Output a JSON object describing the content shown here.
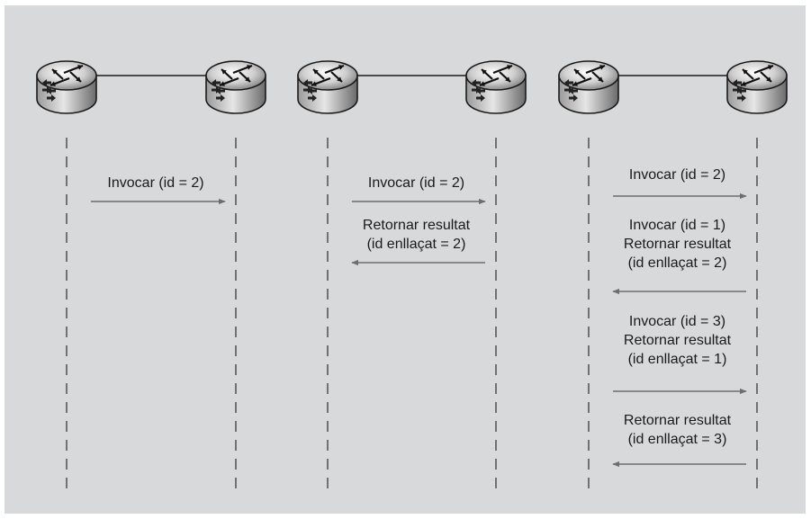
{
  "colors": {
    "background": "#d8d9da",
    "lifeline": "#3a3a3a",
    "link": "#1a1a1a",
    "arrow": "#6e6e6e",
    "text": "#1a1a1a"
  },
  "router_icon": "router-icon",
  "panels": [
    {
      "messages": [
        {
          "lines": [
            "Invocar (id = 2)"
          ],
          "direction": "right"
        }
      ]
    },
    {
      "messages": [
        {
          "lines": [
            "Invocar (id = 2)"
          ],
          "direction": "right"
        },
        {
          "lines": [
            "Retornar resultat",
            "(id enllaçat = 2)"
          ],
          "direction": "left"
        }
      ]
    },
    {
      "messages": [
        {
          "lines": [
            "Invocar (id = 2)"
          ],
          "direction": "right"
        },
        {
          "lines": [
            "Invocar (id = 1)",
            "Retornar resultat",
            "(id enllaçat = 2)"
          ],
          "direction": "left"
        },
        {
          "lines": [
            "Invocar (id = 3)",
            "Retornar resultat",
            "(id enllaçat = 1)"
          ],
          "direction": "right"
        },
        {
          "lines": [
            "Retornar resultat",
            "(id enllaçat = 3)"
          ],
          "direction": "left"
        }
      ]
    }
  ]
}
